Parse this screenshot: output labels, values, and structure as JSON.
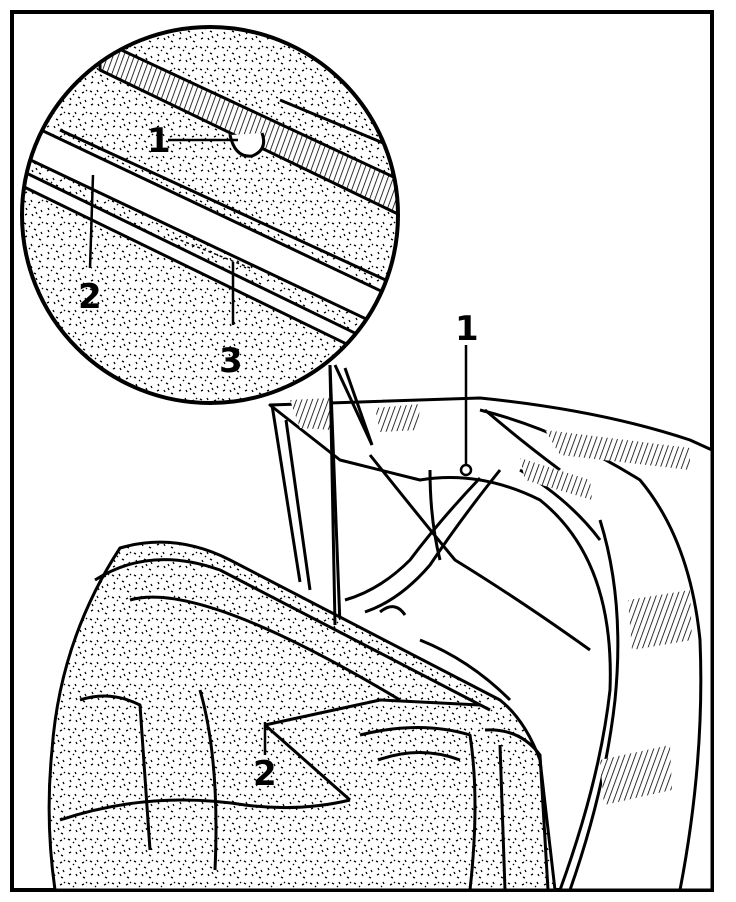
{
  "callouts": {
    "detail_1": "1",
    "detail_2": "2",
    "detail_3": "3",
    "main_1": "1",
    "main_2": "2"
  },
  "colors": {
    "ink": "#000000",
    "paper": "#ffffff"
  }
}
